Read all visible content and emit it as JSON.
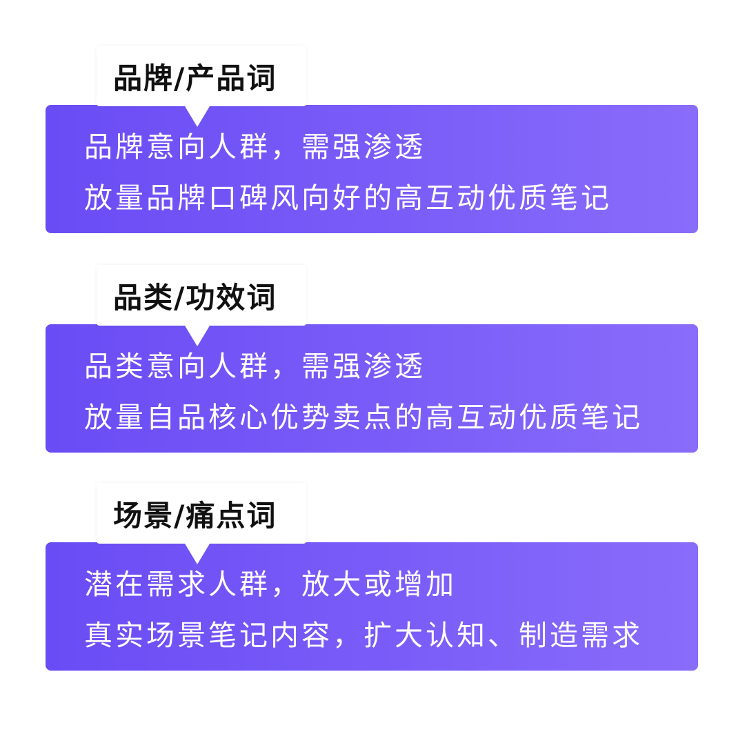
{
  "colors": {
    "background": "#ffffff",
    "box_gradient_start": "#6a4cf5",
    "box_gradient_end": "#8a6cfb",
    "tag_background": "#ffffff",
    "tag_text": "#111111",
    "box_text": "#ffffff"
  },
  "cards": [
    {
      "tag": "品牌/产品词",
      "line1": "品牌意向人群，需强渗透",
      "line2": "放量品牌口碑风向好的高互动优质笔记"
    },
    {
      "tag": "品类/功效词",
      "line1": "品类意向人群，需强渗透",
      "line2": "放量自品核心优势卖点的高互动优质笔记"
    },
    {
      "tag": "场景/痛点词",
      "line1": "潜在需求人群，放大或增加",
      "line2": "真实场景笔记内容，扩大认知、制造需求"
    }
  ]
}
